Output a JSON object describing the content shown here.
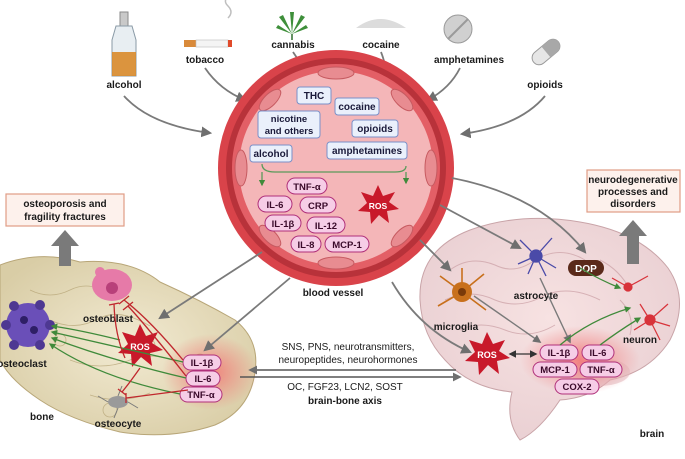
{
  "substances": {
    "alcohol": "alcohol",
    "tobacco": "tobacco",
    "cannabis": "cannabis",
    "cocaine": "cocaine",
    "amphetamines": "amphetamines",
    "opioids": "opioids"
  },
  "vessel": {
    "label": "blood vessel",
    "drug_boxes": {
      "thc": "THC",
      "nicotine_line1": "nicotine",
      "nicotine_line2": "and others",
      "cocaine": "cocaine",
      "opioids": "opioids",
      "alcohol": "alcohol",
      "amphetamines": "amphetamines"
    },
    "cytokines": {
      "tnf": "TNF-α",
      "il6": "IL-6",
      "crp": "CRP",
      "il1b": "IL-1β",
      "il12": "IL-12",
      "il8": "IL-8",
      "mcp1": "MCP-1"
    },
    "ros": "ROS"
  },
  "bone": {
    "outcome_line1": "osteoporosis and",
    "outcome_line2": "fragility fractures",
    "osteoblast": "osteoblast",
    "osteoclast": "osteoclast",
    "osteocyte": "osteocyte",
    "bone_label": "bone",
    "ros": "ROS",
    "cytokines": {
      "il1b": "IL-1β",
      "il6": "IL-6",
      "tnf": "TNF-α"
    }
  },
  "axis": {
    "line1": "SNS, PNS, neurotransmitters,",
    "line2": "neuropeptides, neurohormones",
    "line3": "OC, FGF23, LCN2, SOST",
    "title": "brain-bone axis"
  },
  "brain": {
    "outcome_line1": "neurodegenerative",
    "outcome_line2": "processes and",
    "outcome_line3": "disorders",
    "dop": "DOP",
    "astrocyte": "astrocyte",
    "microglia": "microglia",
    "neuron": "neuron",
    "brain_label": "brain",
    "ros": "ROS",
    "cytokines": {
      "il1b": "IL-1β",
      "il6": "IL-6",
      "mcp1": "MCP-1",
      "tnf": "TNF-α",
      "cox2": "COX-2"
    }
  },
  "colors": {
    "vessel_red": "#d9434a",
    "vessel_pink": "#f4b6b8",
    "pill_fill": "#f6cde6",
    "pill_stroke": "#b0307a",
    "box_fill": "#eaf0fb",
    "box_stroke": "#7a90c8",
    "ros_red": "#c8192a",
    "arrow_gray": "#7a7a7a",
    "green_arrow": "#3f8a3a",
    "inhibit_red": "#c0272d"
  }
}
